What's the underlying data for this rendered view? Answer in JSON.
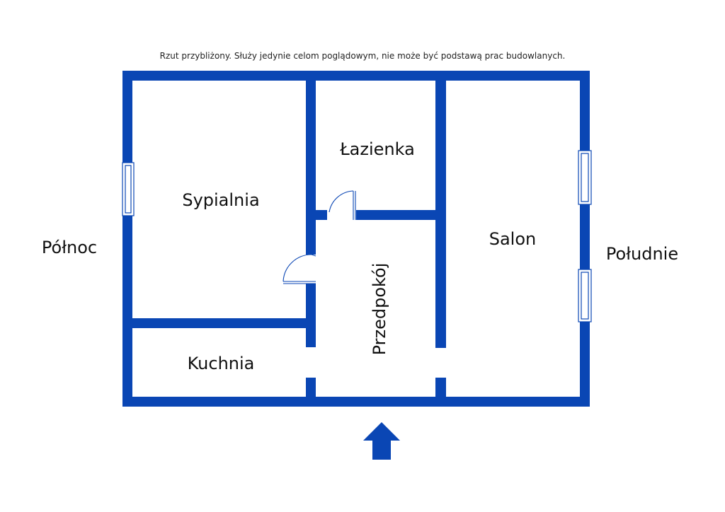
{
  "disclaimer": "Rzut przybliżony. Służy jedynie celom poglądowym, nie może być podstawą prac budowlanych.",
  "rooms": {
    "bedroom": "Sypialnia",
    "bathroom": "Łazienka",
    "living_room": "Salon",
    "hallway": "Przedpokój",
    "kitchen": "Kuchnia"
  },
  "directions": {
    "north": "Północ",
    "south": "Południe"
  },
  "colors": {
    "wall": "#0a46b4",
    "fixture": "#0a46b4",
    "background": "#ffffff"
  },
  "icons": {
    "entrance": "up-arrow-icon"
  }
}
